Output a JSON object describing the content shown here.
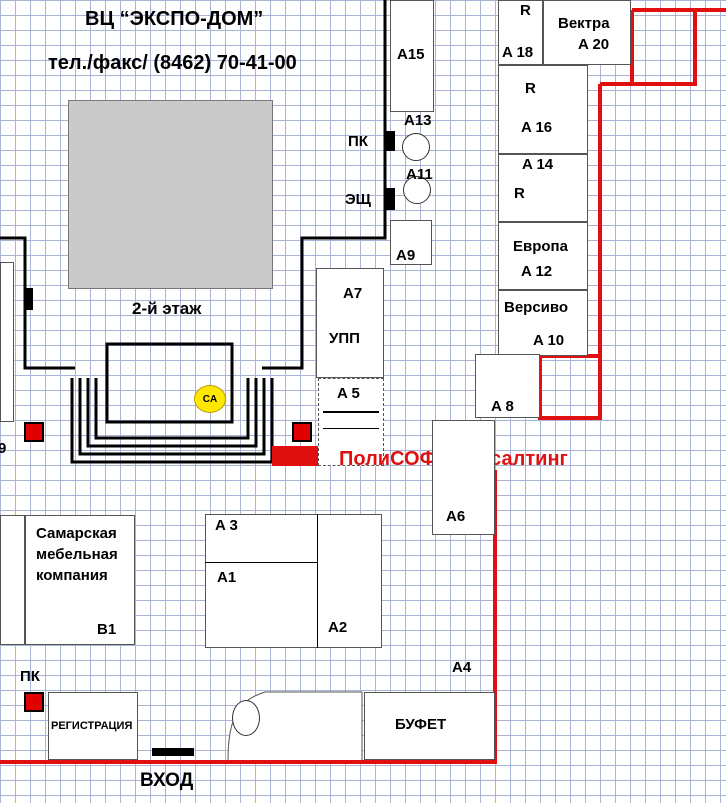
{
  "venue": {
    "name": "ВЦ “ЭКСПО-ДОМ”",
    "phone": "тел./факс/ (8462) 70-41-00",
    "floor": "2-й этаж"
  },
  "booths": {
    "a15": "A15",
    "a13": "A13",
    "a11": "A11",
    "a9": "A9",
    "a7": "A7",
    "upp": "УПП",
    "a5": "A 5",
    "a18": "A 18",
    "a18_mark": "R",
    "a20_name": "Вектра",
    "a20": "A 20",
    "a16_mark": "R",
    "a16": "A 16",
    "a14": "A 14",
    "a14_mark": "R",
    "a12_name": "Европа",
    "a12": "A 12",
    "a10_name": "Версиво",
    "a10": "A 10",
    "a8": "A 8",
    "a6": "A6",
    "a3": "A 3",
    "a1": "A1",
    "a2": "A2",
    "a4": "A4",
    "b1_name_line1": "Самарская",
    "b1_name_line2": "мебельная",
    "b1_name_line3": "компания",
    "b1": "B1"
  },
  "service": {
    "pk_top": "ПК",
    "esch": "ЭЩ",
    "pk_bottom": "ПК",
    "registration": "РЕГИСТРАЦИЯ",
    "buffet": "БУФЕТ",
    "entrance": "ВХОД",
    "ca": "CA",
    "left_edge_char": "9"
  },
  "highlight": {
    "company": "ПолиСОФТ Консалтинг",
    "color": "#e01010"
  },
  "colors": {
    "grid": "#a9b4d6",
    "wall": "#000000",
    "boundary": "#e01010",
    "marker": "#e00000",
    "ca_badge": "#ffe800"
  }
}
